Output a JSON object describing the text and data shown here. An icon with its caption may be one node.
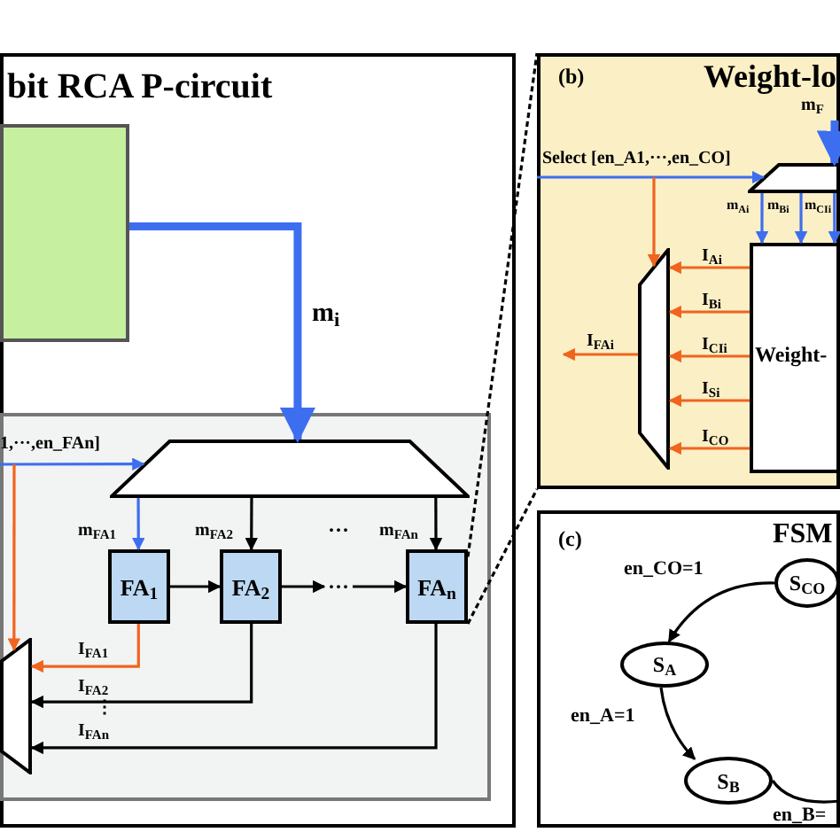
{
  "diagram": {
    "nodes": [
      {
        "text": [
          "bit RCA P-circuit"
        ]
      },
      {
        "text": [],
        "shape": "box",
        "in": 0
      },
      {
        "text": [],
        "shape": "box",
        "in": 0
      },
      {
        "text": [],
        "shape": "trapezoid",
        "in": 2
      },
      {
        "text": [
          "FA$_{1}$"
        ],
        "in": 2
      },
      {
        "text": [
          "FA$_{2}$"
        ],
        "in": 2
      },
      {
        "text": [
          "···"
        ],
        "in": 2
      },
      {
        "text": [
          "FA$_{n}$"
        ],
        "in": 2
      },
      {
        "text": [],
        "shape": "trapezoid",
        "in": 2
      },
      {
        "text": [
          "(b)",
          "Weight-lo"
        ]
      },
      {
        "text": [],
        "shape": "trapezoid",
        "in": 9
      },
      {
        "text": [
          "Weight-"
        ],
        "in": 9
      },
      {
        "text": [],
        "shape": "trapezoid",
        "in": 9
      },
      {
        "text": [
          "(c)",
          "FSM"
        ]
      },
      {
        "text": [
          "S$_{CO}$"
        ],
        "in": 13
      },
      {
        "text": [
          "S$_{A}$"
        ],
        "in": 13
      },
      {
        "text": [
          "S$_{B}$"
        ],
        "in": 13
      }
    ],
    "edges": [
      {
        "from": 1,
        "to": 3,
        "arrow": "to",
        "label": "m$_{i}$",
        "style": "thick",
        "color": "#3d6ef0"
      },
      {
        "from": null,
        "to": 3,
        "arrow": "to",
        "label": "1,···,en_FAn]",
        "color": "#3d6ef0"
      },
      {
        "from": null,
        "to": 8,
        "arrow": "to",
        "color": "#f0641e"
      },
      {
        "from": 3,
        "to": 4,
        "arrow": "to",
        "label": "m$_{FA1}$",
        "color": "#3d6ef0"
      },
      {
        "from": 3,
        "to": 5,
        "arrow": "to",
        "label": "m$_{FA2}$"
      },
      {
        "from": 3,
        "to": 7,
        "arrow": "to",
        "label": "m$_{FAn}$"
      },
      {
        "from": 4,
        "to": 5,
        "arrow": "to"
      },
      {
        "from": 5,
        "to": 6,
        "arrow": "to"
      },
      {
        "from": 6,
        "to": 7,
        "arrow": "to"
      },
      {
        "from": 4,
        "to": 8,
        "arrow": "to",
        "label": "I$_{FA1}$",
        "color": "#f0641e"
      },
      {
        "from": 5,
        "to": 8,
        "arrow": "to",
        "label": "I$_{FA2}$"
      },
      {
        "from": 7,
        "to": 8,
        "arrow": "to",
        "label": "I$_{FAn}$"
      },
      {
        "from": 7,
        "to": 9,
        "arrow": "none",
        "style": "dashed"
      },
      {
        "from": 7,
        "to": 9,
        "arrow": "none",
        "style": "dashed"
      },
      {
        "from": null,
        "to": 10,
        "arrow": "to",
        "label": "m$_{F}$",
        "style": "thick",
        "color": "#3d6ef0"
      },
      {
        "from": null,
        "to": 10,
        "arrow": "to",
        "label": "Select [en_A1,···,en_CO]",
        "color": "#3d6ef0"
      },
      {
        "from": null,
        "to": 12,
        "arrow": "to",
        "color": "#f0641e"
      },
      {
        "from": 10,
        "to": 11,
        "arrow": "to",
        "label": "m$_{Ai}$",
        "color": "#3d6ef0"
      },
      {
        "from": 10,
        "to": 11,
        "arrow": "to",
        "label": "m$_{Bi}$",
        "color": "#3d6ef0"
      },
      {
        "from": 10,
        "to": 11,
        "arrow": "to",
        "label": "m$_{CIi}$",
        "color": "#3d6ef0"
      },
      {
        "from": 11,
        "to": 12,
        "arrow": "to",
        "label": "I$_{Ai}$",
        "color": "#f0641e"
      },
      {
        "from": 11,
        "to": 12,
        "arrow": "to",
        "label": "I$_{Bi}$",
        "color": "#f0641e"
      },
      {
        "from": 11,
        "to": 12,
        "arrow": "to",
        "label": "I$_{CIi}$",
        "color": "#f0641e"
      },
      {
        "from": 11,
        "to": 12,
        "arrow": "to",
        "label": "I$_{Si}$",
        "color": "#f0641e"
      },
      {
        "from": 11,
        "to": 12,
        "arrow": "to",
        "label": "I$_{CO}$",
        "color": "#f0641e"
      },
      {
        "from": 12,
        "to": null,
        "arrow": "to",
        "label": "I$_{FAi}$",
        "color": "#f0641e"
      },
      {
        "from": 14,
        "to": 15,
        "arrow": "to",
        "label": "en_CO=1"
      },
      {
        "from": 15,
        "to": 16,
        "arrow": "to",
        "label": "en_A=1"
      },
      {
        "from": 16,
        "to": null,
        "arrow": "none",
        "label": "en_B="
      }
    ],
    "labels": [
      "···",
      "⋮"
    ]
  }
}
